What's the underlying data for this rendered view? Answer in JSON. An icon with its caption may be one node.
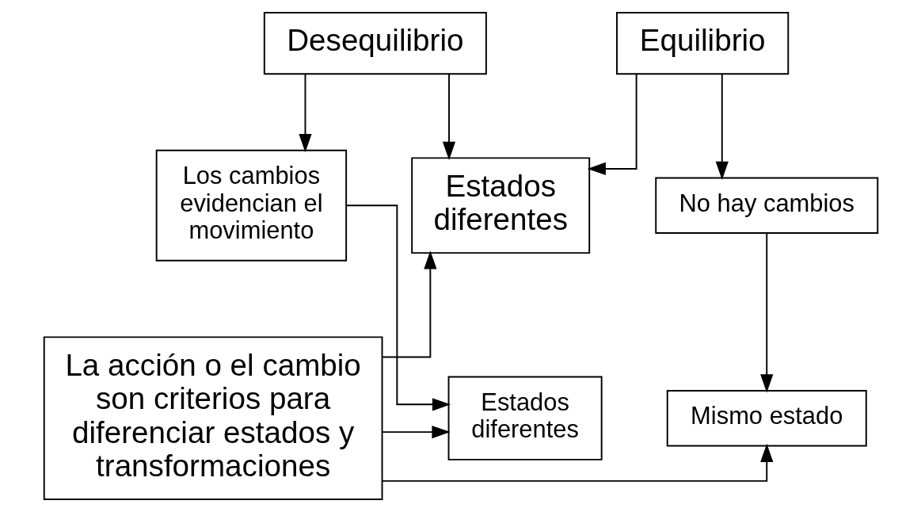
{
  "diagram": {
    "nodes": [
      {
        "text": [
          "Desequilibrio"
        ]
      },
      {
        "text": [
          "Equilibrio"
        ]
      },
      {
        "text": [
          "Los cambios evidencian el movimiento"
        ]
      },
      {
        "text": [
          "Estados diferentes"
        ]
      },
      {
        "text": [
          "No hay cambios"
        ]
      },
      {
        "text": [
          "Estados diferentes"
        ]
      },
      {
        "text": [
          "La acción o el cambio son criterios para diferenciar estados y transformaciones"
        ]
      },
      {
        "text": [
          "Mismo estado"
        ]
      }
    ],
    "edges": [
      {
        "from": 0,
        "to": 2,
        "arrow": "to"
      },
      {
        "from": 0,
        "to": 3,
        "arrow": "to"
      },
      {
        "from": 1,
        "to": 3,
        "arrow": "to"
      },
      {
        "from": 1,
        "to": 4,
        "arrow": "to"
      },
      {
        "from": 2,
        "to": 5,
        "arrow": "to"
      },
      {
        "from": 6,
        "to": 3,
        "arrow": "to"
      },
      {
        "from": 6,
        "to": 5,
        "arrow": "to"
      },
      {
        "from": 6,
        "to": 7,
        "arrow": "to"
      },
      {
        "from": 4,
        "to": 7,
        "arrow": "to"
      }
    ]
  }
}
